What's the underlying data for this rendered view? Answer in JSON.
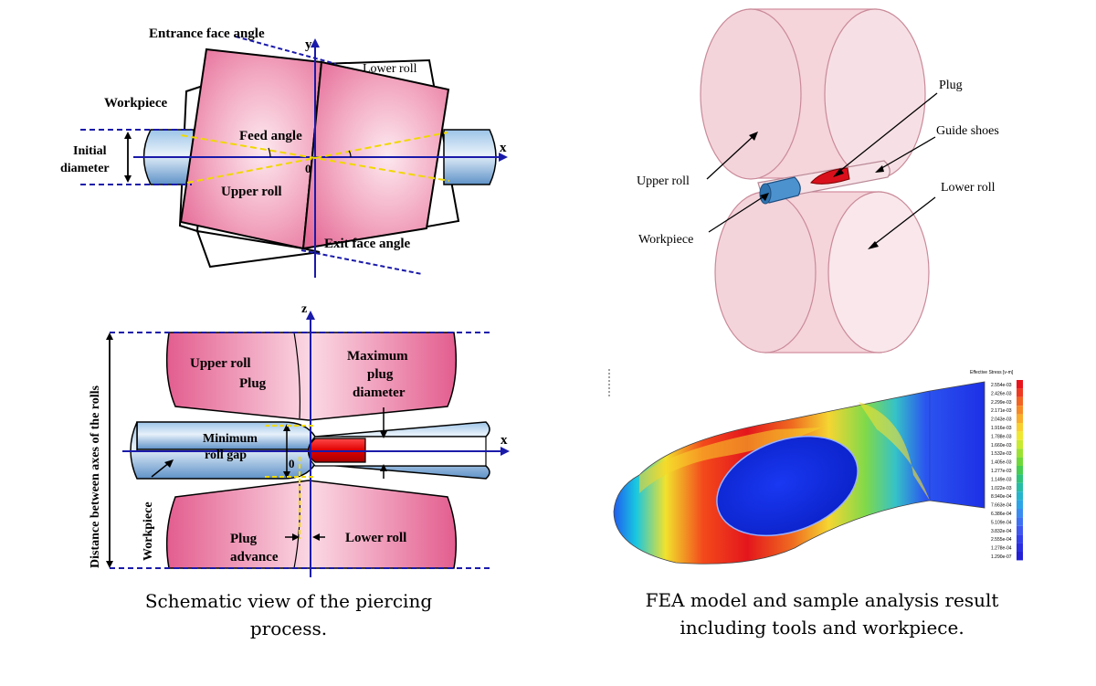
{
  "top_left": {
    "entrance_face_angle": "Entrance face angle",
    "lower_roll": "Lower roll",
    "workpiece": "Workpiece",
    "initial_diameter_1": "Initial",
    "initial_diameter_2": "diameter",
    "feed_angle": "Feed angle",
    "upper_roll": "Upper roll",
    "exit_face_angle": "Exit face angle",
    "axis_x": "x",
    "axis_y": "y",
    "origin": "0"
  },
  "bottom_left": {
    "axis_z": "z",
    "axis_x": "x",
    "origin": "0",
    "upper_roll": "Upper roll",
    "plug": "Plug",
    "max_plug_1": "Maximum",
    "max_plug_2": "plug",
    "max_plug_3": "diameter",
    "min_roll_gap_1": "Minimum",
    "min_roll_gap_2": "roll gap",
    "distance_axes": "Distance between axes of the rolls",
    "workpiece": "Workpiece",
    "plug_advance_1": "Plug",
    "plug_advance_2": "advance",
    "lower_roll": "Lower roll"
  },
  "left_caption": {
    "line1": "Schematic view of the piercing",
    "line2": "process."
  },
  "top_right": {
    "plug": "Plug",
    "guide_shoes": "Guide shoes",
    "upper_roll": "Upper  roll",
    "lower_roll": "Lower roll",
    "workpiece": "Workpiece"
  },
  "fea_legend": {
    "title": "Effective Stress [v-m]",
    "values": [
      "2.554e-03",
      "2.426e-03",
      "2.299e-03",
      "2.171e-03",
      "2.043e-03",
      "1.916e-03",
      "1.788e-03",
      "1.660e-03",
      "1.532e-03",
      "1.405e-03",
      "1.277e-03",
      "1.149e-03",
      "1.022e-03",
      "8.940e-04",
      "7.663e-04",
      "6.386e-04",
      "5.109e-04",
      "3.832e-04",
      "2.555e-04",
      "1.278e-04",
      "1.290e-07"
    ],
    "colors": [
      "#e8141c",
      "#ee3a20",
      "#f26422",
      "#f68a25",
      "#f9ad2a",
      "#f9cf2f",
      "#f0e830",
      "#c8ea30",
      "#9ce232",
      "#6fd93a",
      "#45ce52",
      "#2ec47c",
      "#27bca6",
      "#25b4cc",
      "#2da4e6",
      "#3a8cf0",
      "#3f72f2",
      "#3f58f0",
      "#3340ea",
      "#2a2ee0",
      "#2420d6"
    ]
  },
  "right_caption": {
    "line1": "FEA model and sample analysis result",
    "line2": "including tools and workpiece."
  }
}
